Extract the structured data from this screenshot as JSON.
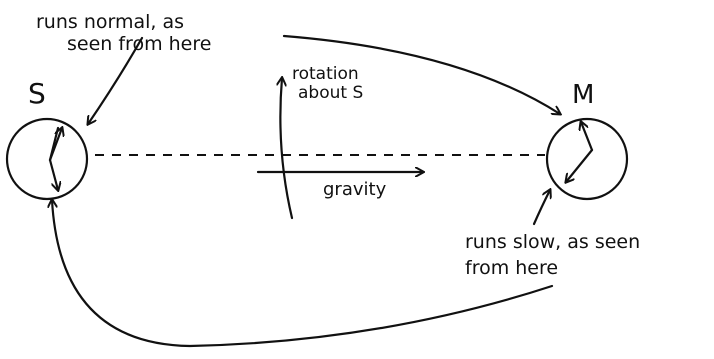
{
  "labels": {
    "s_clock": "S",
    "m_clock": "M",
    "note_s_line1": "runs normal, as",
    "note_s_line2": "seen from here",
    "note_m_line1": "runs slow, as seen",
    "note_m_line2": "from here",
    "rotation_line1": "rotation",
    "rotation_line2": "about S",
    "gravity": "gravity"
  }
}
